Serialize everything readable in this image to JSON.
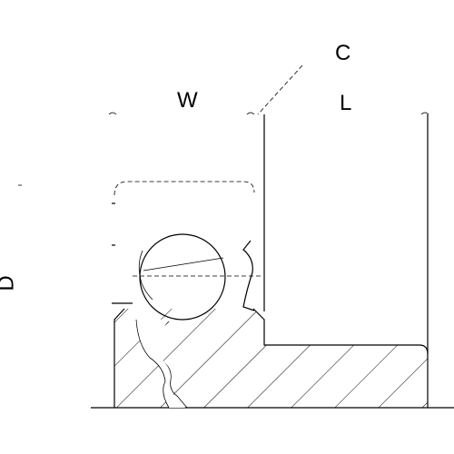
{
  "labels": {
    "c": "C",
    "w": "W",
    "l": "L",
    "d": "D"
  }
}
